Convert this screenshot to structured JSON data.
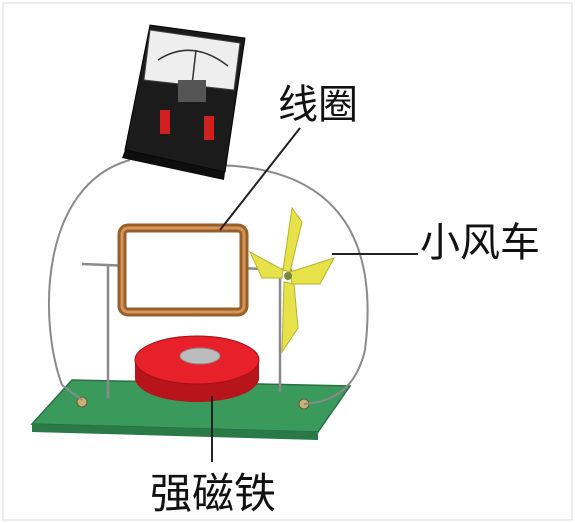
{
  "labels": {
    "coil": "线圈",
    "pinwheel": "小风车",
    "magnet": "强磁铁"
  },
  "colors": {
    "board": "#3a9a5c",
    "magnet": "#e8202a",
    "coil_frame": "#b07030",
    "pinwheel": "#e8e24a",
    "meter_body": "#1b1b1b",
    "meter_face": "#eeeeee",
    "wire": "#8a8a8a"
  },
  "icons": {
    "meter": "galvanometer-icon",
    "coil": "coil-icon",
    "pinwheel": "pinwheel-icon",
    "magnet": "ring-magnet-icon"
  }
}
